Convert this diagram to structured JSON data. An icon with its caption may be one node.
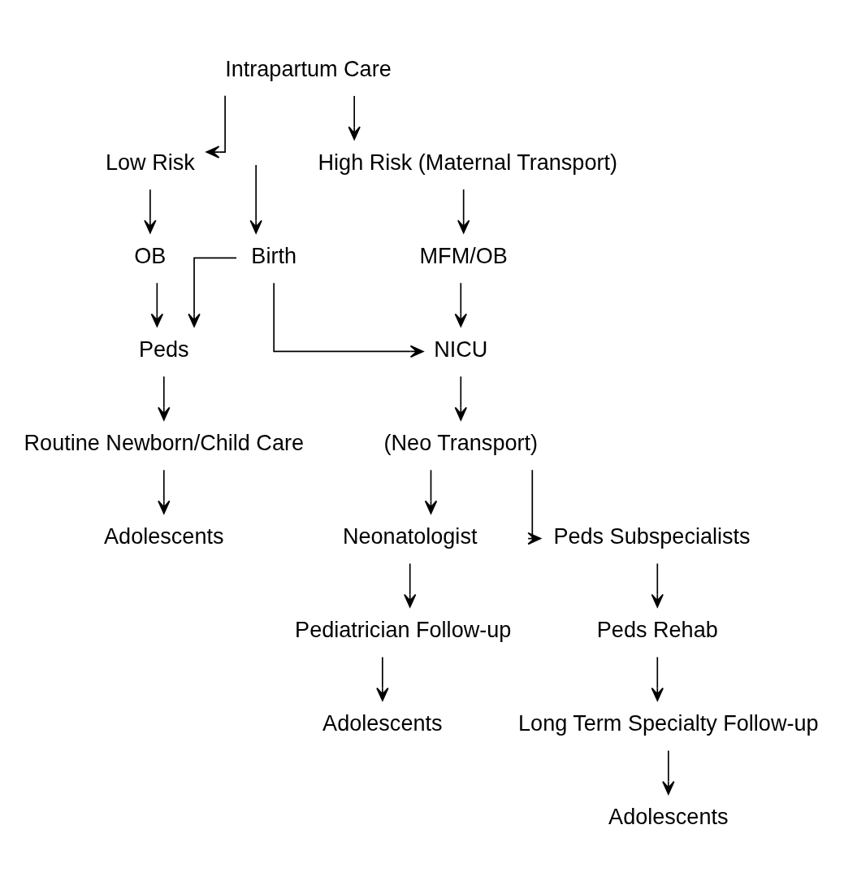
{
  "diagram": {
    "nodes": [
      {
        "text": [
          "Intrapartum Care"
        ]
      },
      {
        "text": [
          "High Risk (Maternal Transport)"
        ]
      },
      {
        "text": [
          "Low Risk"
        ]
      },
      {
        "text": [
          "MFM/OB"
        ]
      },
      {
        "text": [
          "OB"
        ]
      },
      {
        "text": [
          "Birth"
        ]
      },
      {
        "text": [
          "NICU"
        ]
      },
      {
        "text": [
          "Peds"
        ]
      },
      {
        "text": [
          "(Neo Transport)"
        ]
      },
      {
        "text": [
          "Routine Newborn/Child Care"
        ]
      },
      {
        "text": [
          "Peds Subspecialists"
        ]
      },
      {
        "text": [
          "Neonatologist"
        ]
      },
      {
        "text": [
          "Adolescents"
        ]
      },
      {
        "text": [
          "Peds Rehab"
        ]
      },
      {
        "text": [
          "Pediatrician Follow-up"
        ]
      },
      {
        "text": [
          "Long Term Specialty Follow-up"
        ]
      },
      {
        "text": [
          "Adolescents"
        ]
      },
      {
        "text": [
          "Adolescents"
        ]
      }
    ],
    "edges": [
      {
        "from": 0,
        "to": 1,
        "arrow": "to"
      },
      {
        "from": 0,
        "to": 2,
        "arrow": "to"
      },
      {
        "from": 1,
        "to": 3,
        "arrow": "to"
      },
      {
        "from": 2,
        "to": 4,
        "arrow": "to"
      },
      {
        "from": null,
        "to": 5,
        "arrow": "to"
      },
      {
        "from": 3,
        "to": 6,
        "arrow": "to"
      },
      {
        "from": 4,
        "to": 7,
        "arrow": "to"
      },
      {
        "from": 5,
        "to": 6,
        "arrow": "to"
      },
      {
        "from": 5,
        "to": 7,
        "arrow": "to"
      },
      {
        "from": 6,
        "to": 8,
        "arrow": "to"
      },
      {
        "from": 7,
        "to": 9,
        "arrow": "to"
      },
      {
        "from": 8,
        "to": 10,
        "arrow": "to"
      },
      {
        "from": 8,
        "to": 11,
        "arrow": "to"
      },
      {
        "from": 9,
        "to": 12,
        "arrow": "to"
      },
      {
        "from": 10,
        "to": 13,
        "arrow": "to"
      },
      {
        "from": 11,
        "to": 14,
        "arrow": "to"
      },
      {
        "from": 13,
        "to": 15,
        "arrow": "to"
      },
      {
        "from": 14,
        "to": 16,
        "arrow": "to"
      },
      {
        "from": 15,
        "to": 17,
        "arrow": "to"
      }
    ]
  }
}
